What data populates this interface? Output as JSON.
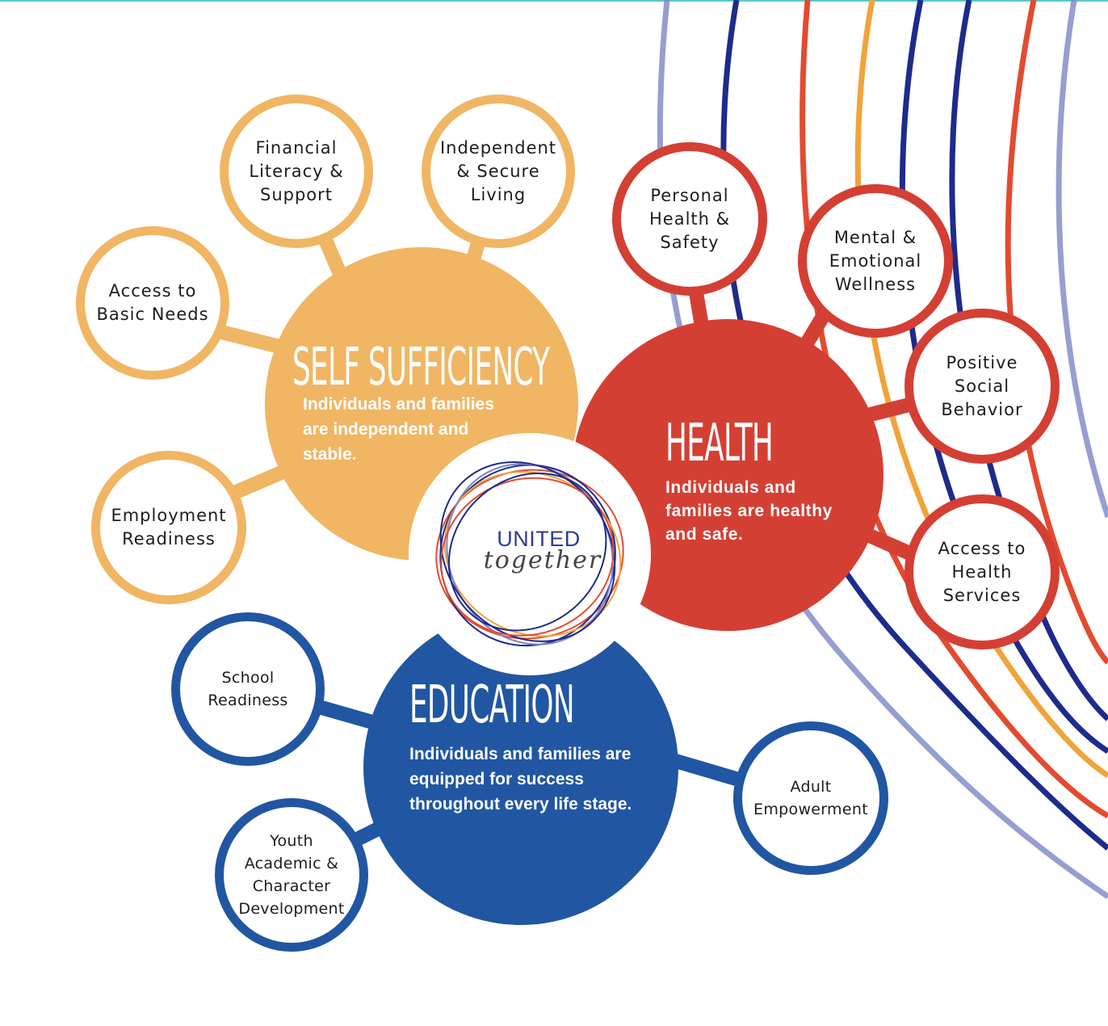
{
  "colors": {
    "self_sufficiency": "#f0b664",
    "health": "#d43f34",
    "education": "#2156a2",
    "accent_line": "#58c9cf"
  },
  "logo": {
    "line1": "UNITED",
    "line2": "together"
  },
  "self_sufficiency": {
    "title": "SELF SUFFICIENCY",
    "description": "Individuals and families are independent and stable.",
    "items": [
      "Financial Literacy & Support",
      "Independent & Secure Living",
      "Access to Basic Needs",
      "Employment Readiness"
    ]
  },
  "health": {
    "title": "HEALTH",
    "description": "Individuals and families are healthy and safe.",
    "items": [
      "Personal Health & Safety",
      "Mental & Emotional Wellness",
      "Positive Social Behavior",
      "Access to Health Services"
    ]
  },
  "education": {
    "title": "EDUCATION",
    "description": "Individuals and families are equipped for success throughout every life stage.",
    "items": [
      "School Readiness",
      "Youth Academic & Character Development",
      "Adult Empowerment"
    ]
  }
}
